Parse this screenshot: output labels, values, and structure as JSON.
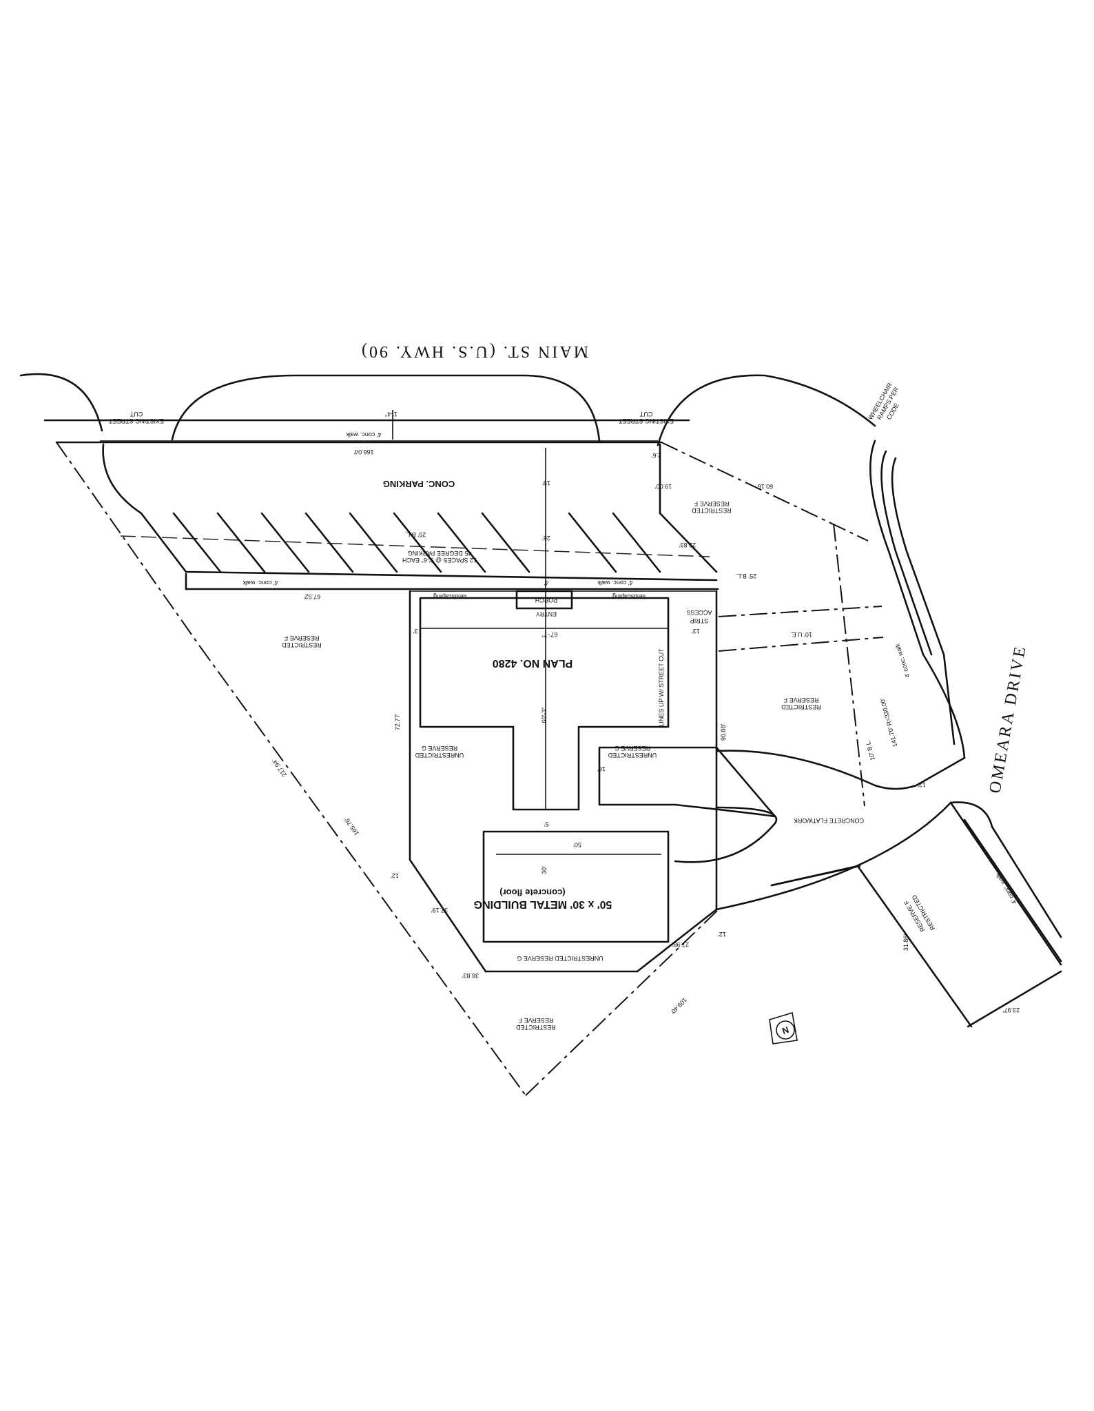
{
  "streets": {
    "main_st": "MAIN ST. (U.S. HWY. 90)",
    "omeara_drive": "OMEARA DRIVE"
  },
  "labels": {
    "existing_street_cut_1": "EXISTING STREET",
    "existing_street_cut_1b": "CUT",
    "existing_street_cut_2": "EXISTING STREET",
    "existing_street_cut_2b": "CUT",
    "wheelchair_1": "WHEELCHAIR",
    "wheelchair_2": "RAMPS PER",
    "wheelchair_3": "CODE",
    "conc_walk_top": "4' conc. walk",
    "one_four": "1'-4\"",
    "dim_166": "166.04'",
    "conc_parking": "CONC. PARKING",
    "dim_19": "19'",
    "dim_26": "26'",
    "dim_2_6": "2.6'",
    "dim_19_00": "19.00'",
    "dim_60_16": "60.16'",
    "restricted_f_top_1": "RESTRICTED",
    "restricted_f_top_2": "RESERVE F",
    "bl_25_a": "25' B.L.",
    "parking_1": "45 DEGREE PARKING",
    "parking_2": "12 SPACES @ 9'-6\" EACH",
    "dim_22_83": "22.83'",
    "bl_25_b": "25' B.L.",
    "conc_walk_mid_1": "4' conc. walk",
    "conc_walk_mid_2": "4' conc. walk",
    "dim_4": "4'",
    "dim_67_52": "67.52'",
    "landscaping_1": "landscaping",
    "landscaping_2": "landscaping",
    "porch": "PORCH",
    "entry": "ENTRY",
    "access_strip_1": "ACCESS",
    "access_strip_2": "STRIP",
    "dim_13": "13'",
    "dim_3": "3'",
    "dim_67_7": "67'-7\"",
    "ue_10": "10' U.E.",
    "restricted_f_left_1": "RESTRICTED",
    "restricted_f_left_2": "RESERVE F",
    "plan_no": "PLAN NO. 4280",
    "lines_up_1": "LINES UP W/ STREET CUT",
    "conc_walk_right": "4' conc. walk",
    "dim_60_3": "60'-3\"",
    "restricted_f_right_1": "RESTRICTED",
    "restricted_f_right_2": "RESERVE F",
    "curve_dim": "141.70' R=330.00'",
    "bl_10": "10' B.L.",
    "dim_72_77": "72.77'",
    "dim_90_88": "90.88'",
    "unrestricted_g_left_1": "UNRESTRICTED",
    "unrestricted_g_left_2": "RESERVE G",
    "unrestricted_g_right_1": "UNRESTRICTED",
    "unrestricted_g_right_2": "RESERVE G",
    "dim_16": "16'",
    "dim_12_road": "12'",
    "dim_217_94": "217.94'",
    "dim_5": "5'",
    "concrete_flatwork": "CONCRETE FLATWORK",
    "dim_165_76": "165.76'",
    "dim_50": "50'",
    "dim_30": "30'",
    "dim_12_a": "12'",
    "metal_building": "50' x 30' METAL BUILDING",
    "concrete_floor": "(concrete floor)",
    "dim_37_19": "37.19'",
    "restricted_f_road_1": "RESTRICTED",
    "restricted_f_road_2": "RESERVE F",
    "conc_walk_bottom": "4' conc. walk",
    "dim_27_98": "27.98'",
    "dim_12_b": "12'",
    "unrestricted_g_bottom": "UNRESTRICTED RESERVE G",
    "dim_31_86": "31.86'",
    "dim_38_83": "38.83'",
    "dim_109_40": "109.40'",
    "restricted_f_bottom_1": "RESTRICTED",
    "restricted_f_bottom_2": "RESERVE F",
    "dim_23_97": "23.97'",
    "north": "N"
  }
}
